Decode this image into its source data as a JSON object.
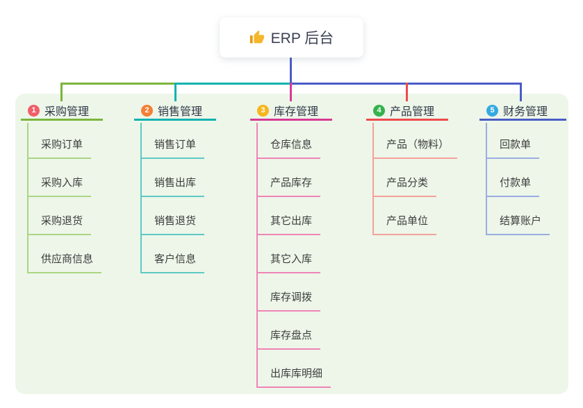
{
  "root": {
    "title": "ERP 后台",
    "icon": "thumbs-up"
  },
  "connectors": {
    "root_line_color": "#4a5cc6"
  },
  "panel_color": "#edf6e9",
  "branches": [
    {
      "badge": "1",
      "label": "采购管理",
      "color": "#7ab53c",
      "child_color": "#abd584",
      "badge_color": "#f15f69",
      "children": [
        "采购订单",
        "采购入库",
        "采购退货",
        "供应商信息"
      ]
    },
    {
      "badge": "2",
      "label": "销售管理",
      "color": "#0eb3af",
      "child_color": "#5ec9c3",
      "badge_color": "#f57f35",
      "children": [
        "销售订单",
        "销售出库",
        "销售退货",
        "客户信息"
      ]
    },
    {
      "badge": "3",
      "label": "库存管理",
      "color": "#d73a92",
      "child_color": "#f083b7",
      "badge_color": "#f7b61b",
      "children": [
        "仓库信息",
        "产品库存",
        "其它出库",
        "其它入库",
        "库存调拨",
        "库存盘点",
        "出库库明细"
      ]
    },
    {
      "badge": "4",
      "label": "产品管理",
      "color": "#ef4a4b",
      "child_color": "#f5a19b",
      "badge_color": "#35b24d",
      "children": [
        "产品（物料）",
        "产品分类",
        "产品单位"
      ]
    },
    {
      "badge": "5",
      "label": "财务管理",
      "color": "#4a5cc6",
      "child_color": "#9bace2",
      "badge_color": "#35a9e2",
      "children": [
        "回款单",
        "付款单",
        "结算账户"
      ]
    }
  ]
}
